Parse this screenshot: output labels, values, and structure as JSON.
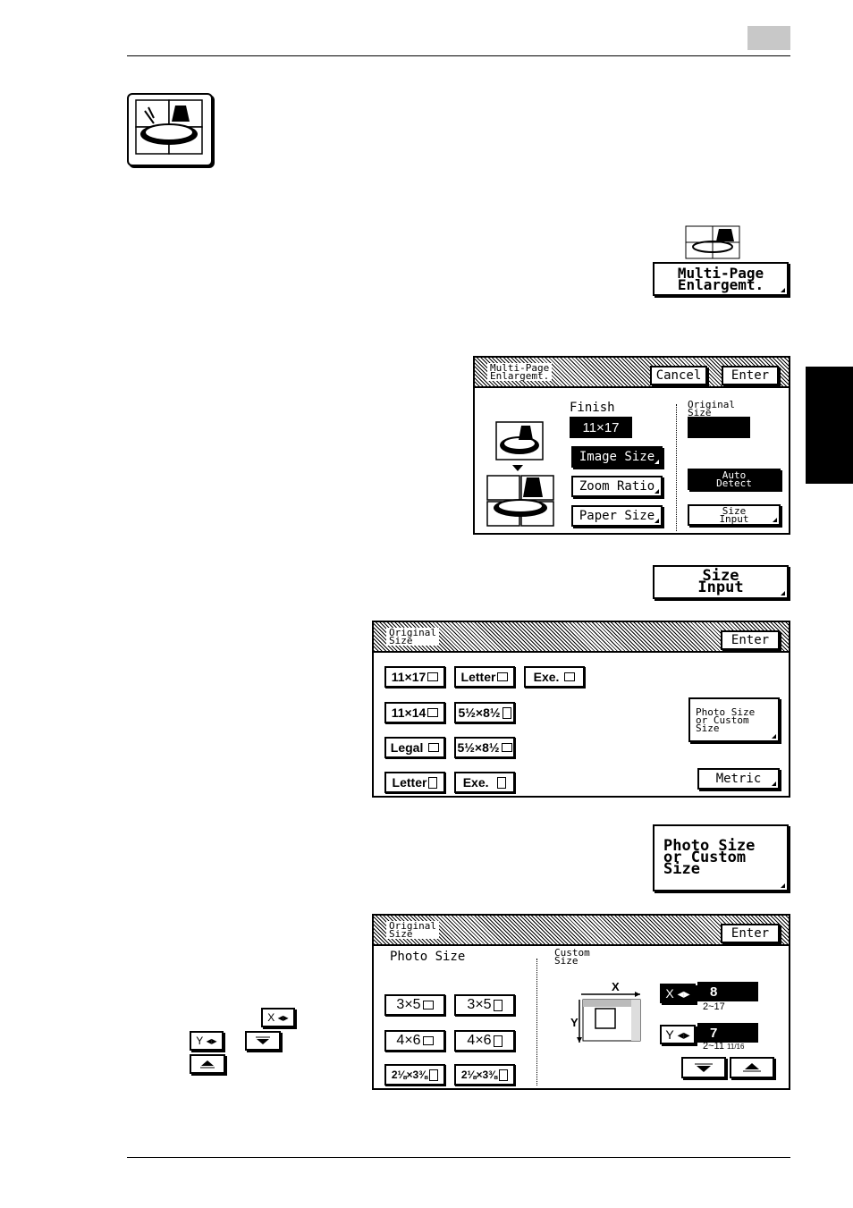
{
  "page": {
    "side_tab": ""
  },
  "multipage_button": {
    "line1": "Multi-Page",
    "line2": "Enlargemt."
  },
  "screen1": {
    "title_line1": "Multi-Page",
    "title_line2": "Enlargemt.",
    "cancel": "Cancel",
    "enter": "Enter",
    "finish_label": "Finish",
    "finish_value": "11×17",
    "image_size": "Image Size",
    "zoom_ratio": "Zoom Ratio",
    "paper_size": "Paper Size",
    "original_label_line1": "Original",
    "original_label_line2": "Size",
    "auto_detect_line1": "Auto",
    "auto_detect_line2": "Detect",
    "size_input_line1": "Size",
    "size_input_line2": "Input"
  },
  "size_input_button": {
    "line1": "Size",
    "line2": "Input"
  },
  "screen2": {
    "title_line1": "Original",
    "title_line2": "Size",
    "enter": "Enter",
    "sizes": [
      "11×17",
      "Letter",
      "Exe.",
      "11×14",
      "5½×8½",
      "Legal",
      "5½×8½",
      "Letter",
      "Exe."
    ],
    "photo_custom_line1": "Photo Size",
    "photo_custom_line2": "or Custom",
    "photo_custom_line3": "Size",
    "metric": "Metric"
  },
  "photo_button": {
    "line1": "Photo Size",
    "line2": "or Custom",
    "line3": "Size"
  },
  "screen3": {
    "title_line1": "Original",
    "title_line2": "Size",
    "enter": "Enter",
    "photo_size_label": "Photo Size",
    "photo_sizes": [
      "3×5",
      "3×5",
      "4×6",
      "4×6",
      "2⅛×3⅜",
      "2⅛×3⅜"
    ],
    "custom_line1": "Custom",
    "custom_line2": "Size",
    "diagram_x": "X",
    "diagram_y": "Y",
    "x_key": "X",
    "x_value": "8",
    "x_range": "2~17",
    "y_key": "Y",
    "y_value": "7",
    "y_range": "2~11",
    "y_range_fraction": "11/16"
  },
  "inline_keys": {
    "x": "X",
    "y": "Y"
  }
}
